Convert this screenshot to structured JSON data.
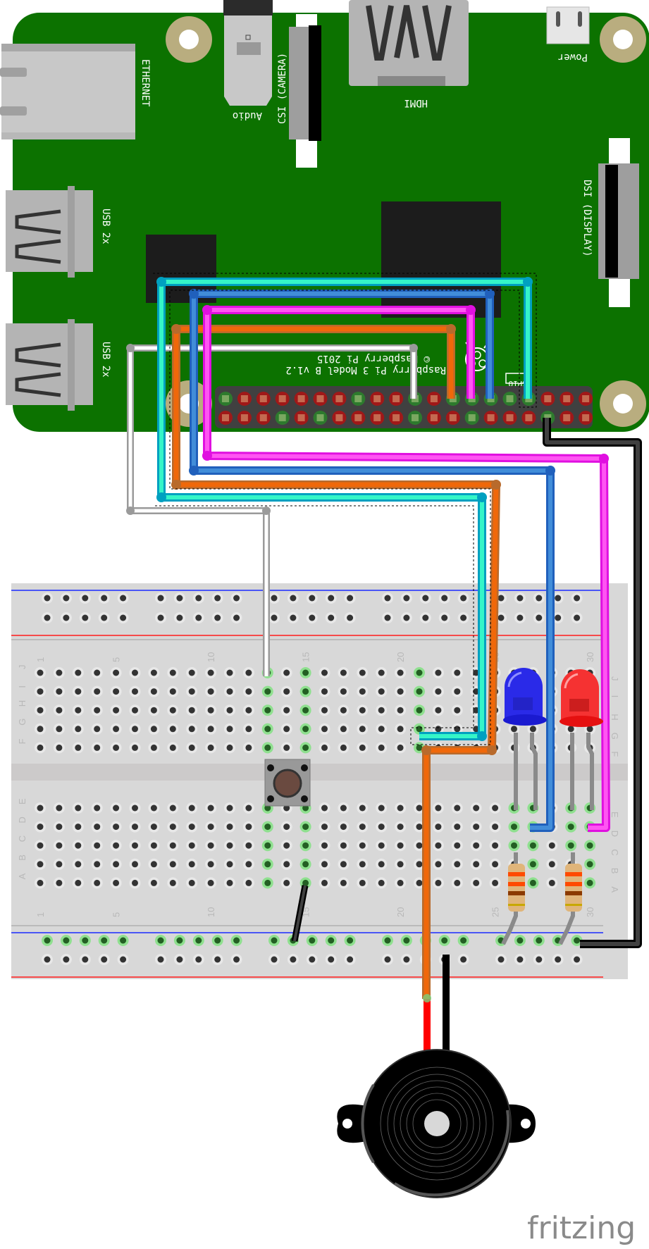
{
  "app": "Fritzing",
  "view": "Breadboard view",
  "watermark": "fritzing",
  "board": {
    "name": "Raspberry Pi 3 Model B v1.2",
    "silkscreen": [
      "Raspberry Pi 3 Model B v1.2",
      "© Raspberry Pi 2015"
    ],
    "gpio_label": "GPIO",
    "connectors": {
      "ethernet": "ETHERNET",
      "usb1": "USB 2x",
      "usb2": "USB 2x",
      "audio": "Audio",
      "csi": "CSI (CAMERA)",
      "hdmi": "HDMI",
      "power": "Power",
      "dsi": "DSI (DISPLAY)"
    },
    "colors": {
      "pcb": "#0c7200",
      "hole_ring": "#b9ad7f",
      "chip": "#1c1c1c"
    }
  },
  "breadboard": {
    "column_labels": [
      "1",
      "5",
      "10",
      "15",
      "20",
      "25",
      "30"
    ],
    "row_labels_top": [
      "J",
      "I",
      "H",
      "G",
      "F"
    ],
    "row_labels_bottom": [
      "E",
      "D",
      "C",
      "B",
      "A"
    ],
    "columns": 30
  },
  "components": [
    {
      "type": "pushbutton",
      "label": "Pushbutton"
    },
    {
      "type": "led",
      "color": "blue",
      "label": "Blue LED"
    },
    {
      "type": "led",
      "color": "red",
      "label": "Red LED"
    },
    {
      "type": "resistor",
      "label": "Resistor 1",
      "bands": [
        "orange",
        "orange",
        "brown",
        "gold"
      ]
    },
    {
      "type": "resistor",
      "label": "Resistor 2",
      "bands": [
        "orange",
        "orange",
        "brown",
        "gold"
      ]
    },
    {
      "type": "piezo_buzzer",
      "label": "Piezo Buzzer",
      "leads": [
        "red",
        "black"
      ]
    }
  ],
  "wires": [
    {
      "color": "cyan",
      "hex": "#35f5c8",
      "selected": true,
      "from": "GPIO header",
      "to": "Breadboard G22"
    },
    {
      "color": "blue",
      "hex": "#418dd9",
      "from": "GPIO header",
      "to": "Breadboard D26"
    },
    {
      "color": "magenta",
      "hex": "#ff44f0",
      "from": "GPIO header",
      "to": "Breadboard D29"
    },
    {
      "color": "orange",
      "hex": "#f0680a",
      "from": "GPIO header",
      "to": "Buzzer red lead"
    },
    {
      "color": "white",
      "hex": "#ffffff",
      "from": "GPIO header",
      "to": "Breadboard J13"
    },
    {
      "color": "black",
      "hex": "#404040",
      "from": "GPIO header GND",
      "to": "Ground rail"
    },
    {
      "color": "black",
      "hex": "#404040",
      "from": "Breadboard A15",
      "to": "Ground rail"
    }
  ]
}
